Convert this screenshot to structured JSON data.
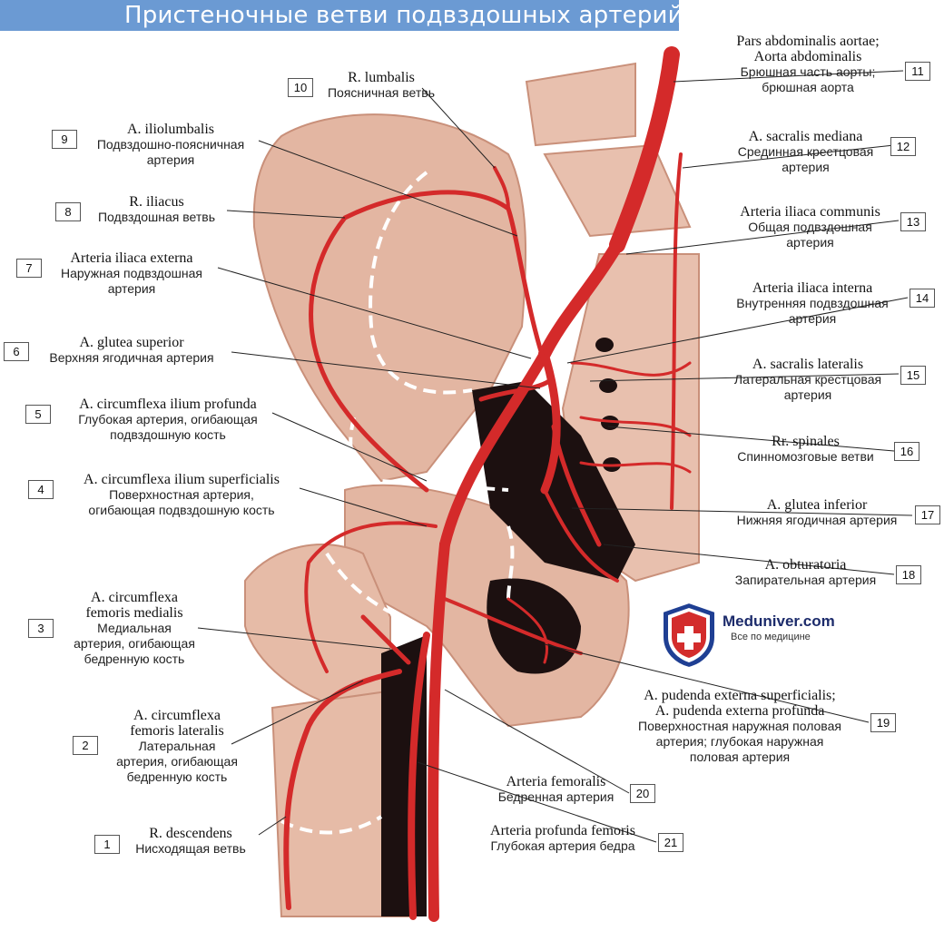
{
  "title": "Пристеночные ветви подвздошных артерий",
  "logo": {
    "name": "Meduniver.com",
    "tagline": "Все по медицине"
  },
  "labels": [
    {
      "num": "1",
      "latin": [
        "R. descendens"
      ],
      "russian": [
        "Нисходящая ветвь"
      ]
    },
    {
      "num": "2",
      "latin": [
        "A. circumflexa",
        "femoris lateralis"
      ],
      "russian": [
        "Латеральная",
        "артерия, огибающая",
        "бедренную кость"
      ]
    },
    {
      "num": "3",
      "latin": [
        "A. circumflexa",
        "femoris medialis"
      ],
      "russian": [
        "Медиальная",
        "артерия, огибающая",
        "бедренную кость"
      ]
    },
    {
      "num": "4",
      "latin": [
        "A. circumflexa ilium superficialis"
      ],
      "russian": [
        "Поверхностная артерия,",
        "огибающая подвздошную кость"
      ]
    },
    {
      "num": "5",
      "latin": [
        "A. circumflexa ilium profunda"
      ],
      "russian": [
        "Глубокая артерия, огибающая",
        "подвздошную кость"
      ]
    },
    {
      "num": "6",
      "latin": [
        "A. glutea superior"
      ],
      "russian": [
        "Верхняя ягодичная артерия"
      ]
    },
    {
      "num": "7",
      "latin": [
        "Arteria iliaca externa"
      ],
      "russian": [
        "Наружная подвздошная",
        "артерия"
      ]
    },
    {
      "num": "8",
      "latin": [
        "R. iliacus"
      ],
      "russian": [
        "Подвздошная ветвь"
      ]
    },
    {
      "num": "9",
      "latin": [
        "A. iliolumbalis"
      ],
      "russian": [
        "Подвздошно-поясничная",
        "артерия"
      ]
    },
    {
      "num": "10",
      "latin": [
        "R. lumbalis"
      ],
      "russian": [
        "Поясничная ветвь"
      ]
    },
    {
      "num": "11",
      "latin": [
        "Pars abdominalis aortae;",
        "Aorta abdominalis"
      ],
      "russian": [
        "Брюшная часть аорты;",
        "брюшная аорта"
      ]
    },
    {
      "num": "12",
      "latin": [
        "A. sacralis mediana"
      ],
      "russian": [
        "Срединная крестцовая",
        "артерия"
      ]
    },
    {
      "num": "13",
      "latin": [
        "Arteria iliaca communis"
      ],
      "russian": [
        "Общая подвздошная",
        "артерия"
      ]
    },
    {
      "num": "14",
      "latin": [
        "Arteria iliaca interna"
      ],
      "russian": [
        "Внутренняя подвздошная",
        "артерия"
      ]
    },
    {
      "num": "15",
      "latin": [
        "A. sacralis lateralis"
      ],
      "russian": [
        "Латеральная крестцовая",
        "артерия"
      ]
    },
    {
      "num": "16",
      "latin": [
        "Rr. spinales"
      ],
      "russian": [
        "Спинномозговые ветви"
      ]
    },
    {
      "num": "17",
      "latin": [
        "A. glutea inferior"
      ],
      "russian": [
        "Нижняя ягодичная артерия"
      ]
    },
    {
      "num": "18",
      "latin": [
        "A. obturatoria"
      ],
      "russian": [
        "Запирательная артерия"
      ]
    },
    {
      "num": "19",
      "latin": [
        "A. pudenda externa superficialis;",
        "A. pudenda externa profunda"
      ],
      "russian": [
        "Поверхностная наружная половая",
        "артерия; глубокая наружная",
        "половая артерия"
      ]
    },
    {
      "num": "20",
      "latin": [
        "Arteria femoralis"
      ],
      "russian": [
        "Бедренная артерия"
      ]
    },
    {
      "num": "21",
      "latin": [
        "Arteria profunda femoris"
      ],
      "russian": [
        "Глубокая артерия бедра"
      ]
    }
  ],
  "colors": {
    "header": "#6b9ad3",
    "bone": "#e2b39f",
    "bone_dark": "#c98f7c",
    "artery": "#d42a2a",
    "shadow": "#1a1010"
  }
}
